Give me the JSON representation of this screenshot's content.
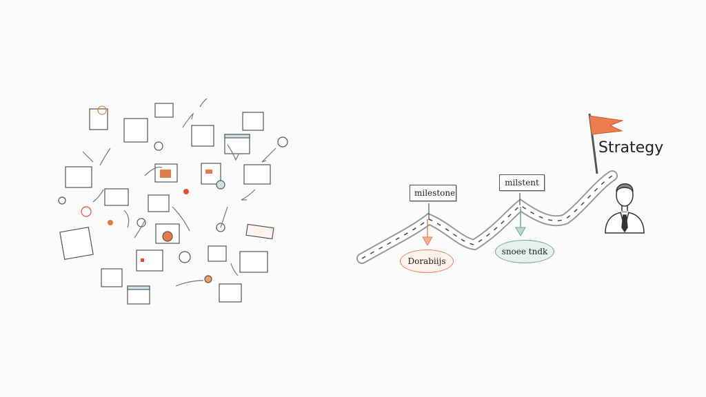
{
  "chaos_cluster": {
    "description": "scattered sketches of browser windows, arrows and icons"
  },
  "roadmap": {
    "milestones": [
      {
        "label": "milestone"
      },
      {
        "label": "milstent"
      }
    ],
    "outcomes": [
      {
        "label": "Dorabiijs",
        "color": "#e8825a"
      },
      {
        "label": "snoee tndk",
        "color": "#8fbfb0"
      }
    ],
    "goal": {
      "label": "Strategy",
      "flag_color": "#ee7d4e"
    }
  }
}
